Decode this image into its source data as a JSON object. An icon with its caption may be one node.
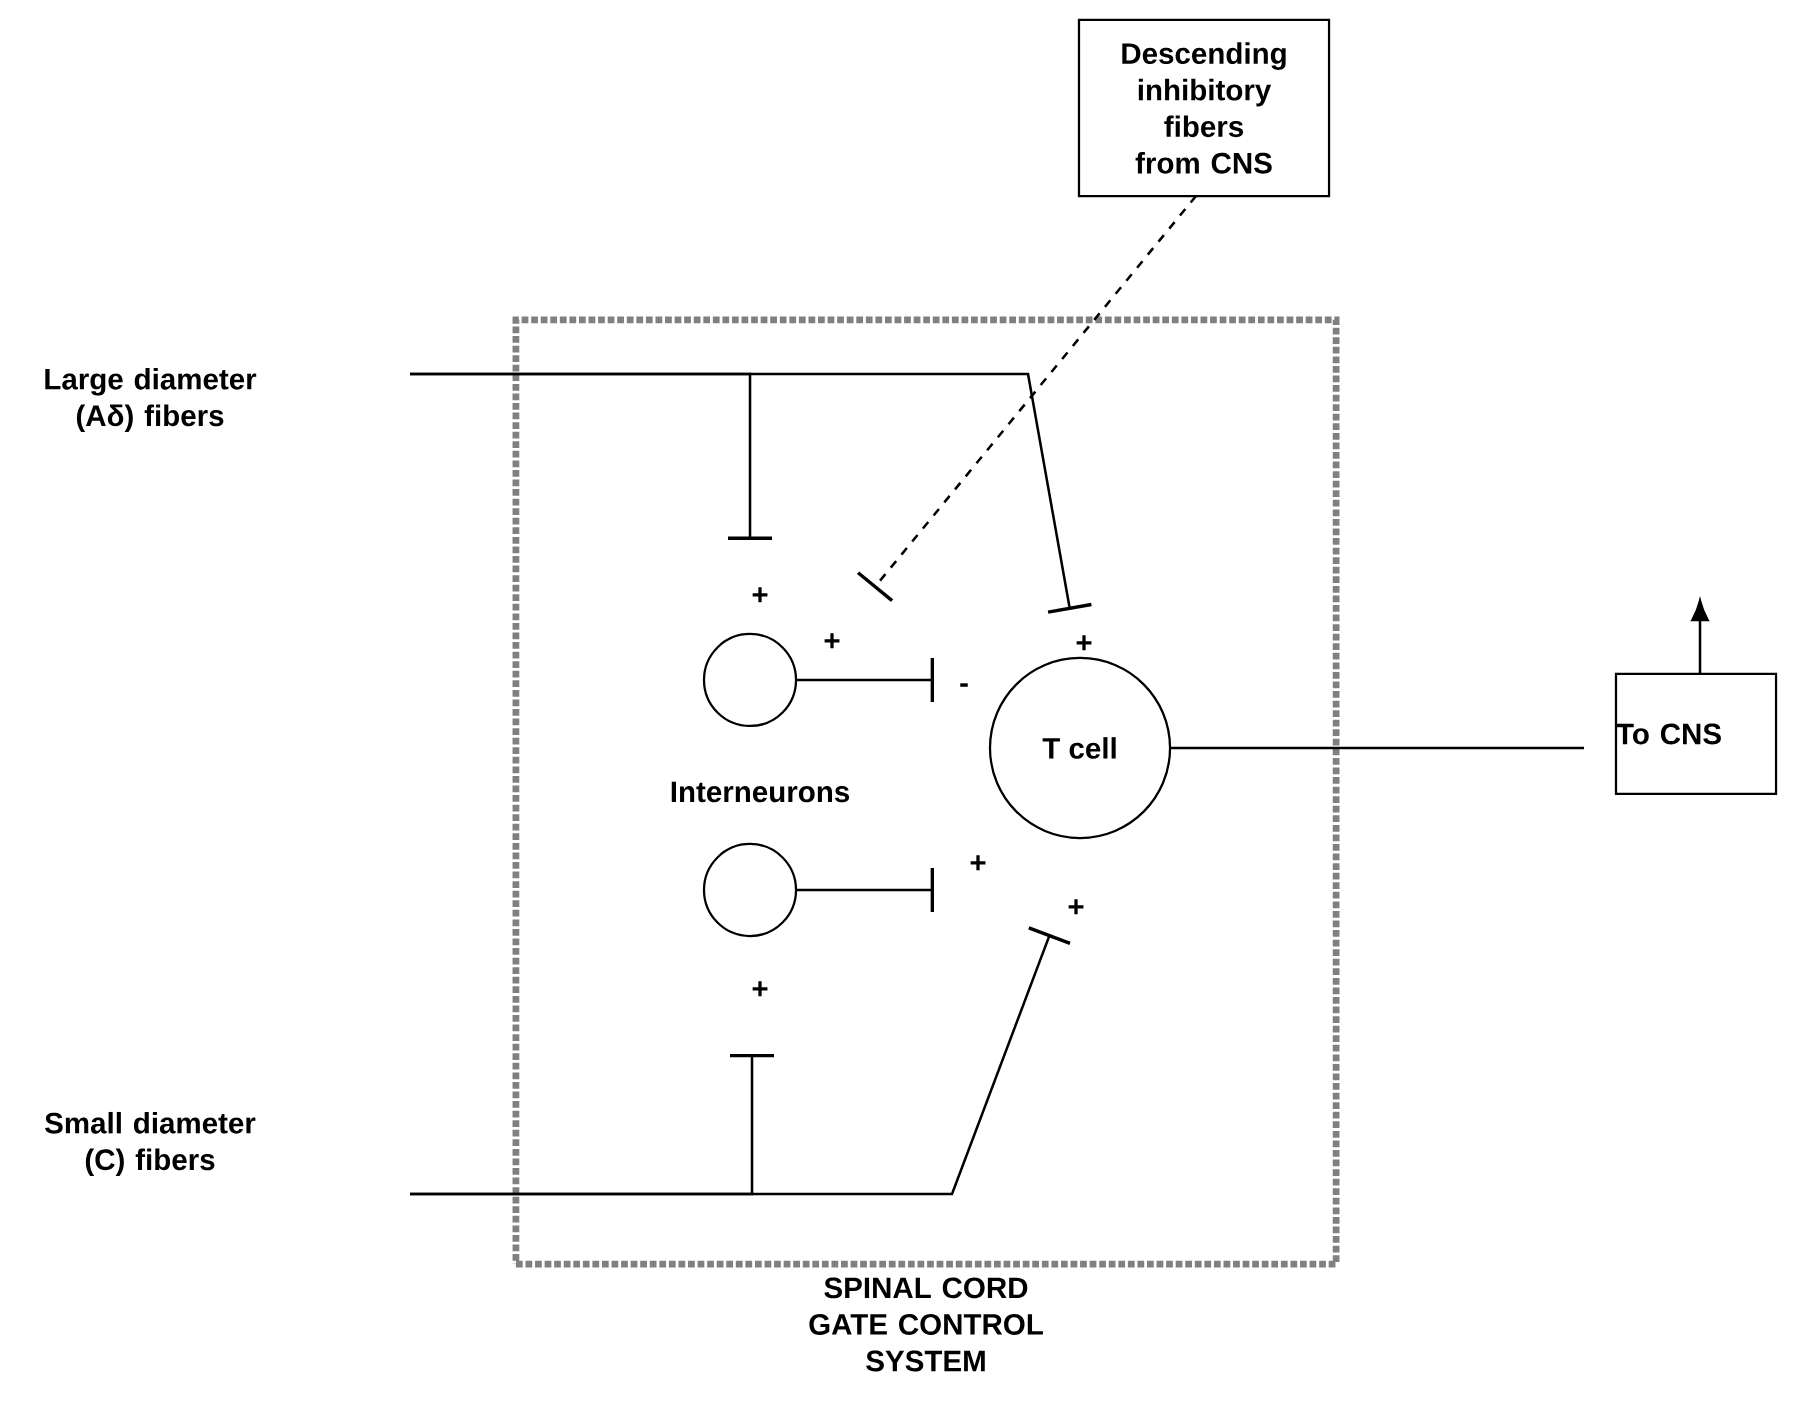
{
  "diagram": {
    "nodes": [
      {
        "text": [
          "SPINAL CORD GATE CONTROL SYSTEM"
        ]
      },
      {
        "text": [
          "Large diameter (Aδ) fibers"
        ]
      },
      {
        "text": [
          "Small diameter (C) fibers"
        ]
      },
      {
        "text": [
          "Descending inhibitory fibers from CNS"
        ]
      },
      {
        "text": [],
        "shape": "circle",
        "in": 0
      },
      {
        "text": [],
        "shape": "circle",
        "in": 0
      },
      {
        "text": [
          "T cell"
        ],
        "in": 0
      },
      {
        "text": [
          "To CNS"
        ]
      }
    ],
    "edges": [
      {
        "from": 1,
        "to": 4,
        "arrow": "other"
      },
      {
        "from": 1,
        "to": 6,
        "arrow": "other"
      },
      {
        "from": 3,
        "to": 4,
        "arrow": "other",
        "style": "dashed"
      },
      {
        "from": 4,
        "to": 6,
        "arrow": "other"
      },
      {
        "from": 5,
        "to": 6,
        "arrow": "other"
      },
      {
        "from": 2,
        "to": 5,
        "arrow": "other"
      },
      {
        "from": 2,
        "to": 6,
        "arrow": "other"
      },
      {
        "from": 6,
        "to": 7,
        "arrow": "none"
      },
      {
        "from": 7,
        "to": null,
        "arrow": "to"
      }
    ],
    "labels": [
      "+",
      "+",
      "+",
      "-",
      "Interneurons",
      "+",
      "+",
      "+"
    ]
  }
}
